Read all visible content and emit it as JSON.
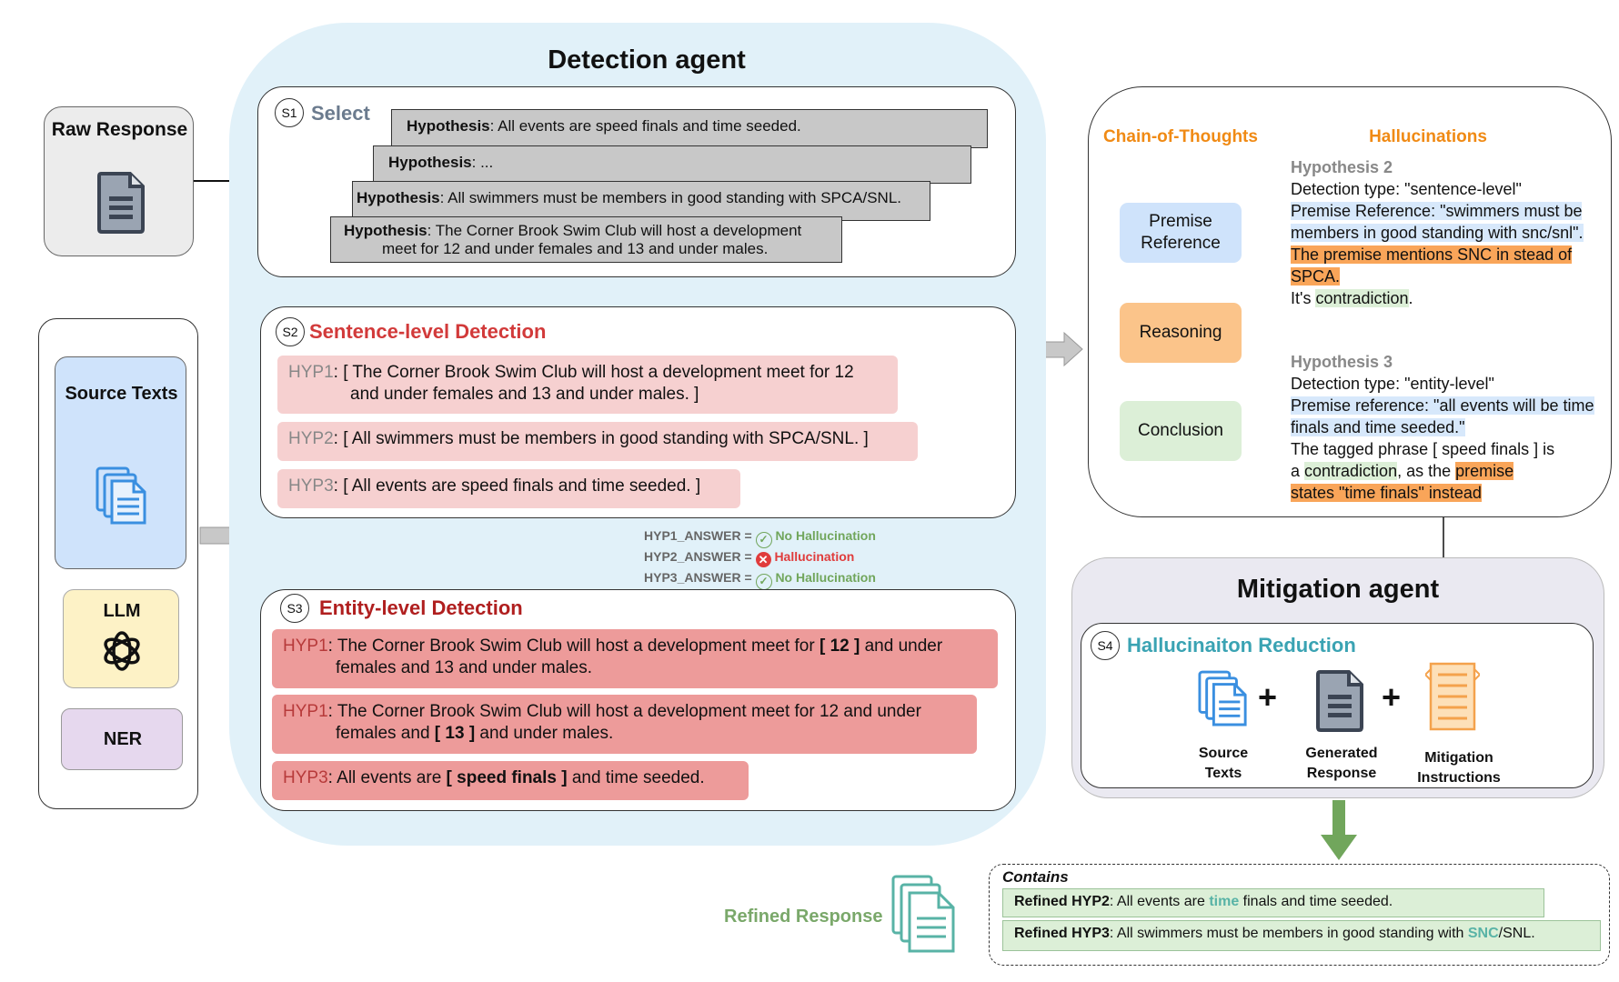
{
  "colors": {
    "detection_bg": "#e1f1f9",
    "select_title": "#6b7b8e",
    "sentence_title": "#d23a3a",
    "entity_title": "#b01f1f",
    "pink_row": "#f6d0d0",
    "red_row": "#ed9b9a",
    "orange": "#f08a14",
    "teal": "#3aa3b3",
    "green": "#71a65c",
    "refined_green": "#7aa86a"
  },
  "left": {
    "raw_response": "Raw Response",
    "source_texts": "Source Texts",
    "llm": "LLM",
    "ner": "NER"
  },
  "detection": {
    "title": "Detection agent",
    "s1": {
      "badge": "S1",
      "title": "Select",
      "cards": [
        {
          "label": "Hypothesis",
          "text": ": All events are speed finals and time seeded."
        },
        {
          "label": "Hypothesis",
          "text": ": ..."
        },
        {
          "label": "Hypothesis",
          "text": ": All swimmers must be members in good standing with SPCA/SNL."
        },
        {
          "label": "Hypothesis",
          "text": ": The Corner Brook Swim Club will host a development",
          "text2": "meet for 12 and under females and 13 and under males."
        }
      ]
    },
    "s2": {
      "badge": "S2",
      "title": "Sentence-level Detection",
      "rows": [
        {
          "tag": "HYP1",
          "line1": ": [ The Corner Brook Swim Club will host a development meet for 12",
          "line2": "and under females and 13 and under males. ]"
        },
        {
          "tag": "HYP2",
          "line1": ": [ All swimmers must be members in good standing with SPCA/SNL. ]"
        },
        {
          "tag": "HYP3",
          "line1": ": [ All events are speed finals and time seeded. ]"
        }
      ]
    },
    "answers": [
      {
        "key": "HYP1_ANSWER =",
        "value": "No Hallucination",
        "status": "ok"
      },
      {
        "key": "HYP2_ANSWER =",
        "value": "Hallucination",
        "status": "bad"
      },
      {
        "key": "HYP3_ANSWER =",
        "value": "No Hallucination",
        "status": "ok"
      }
    ],
    "s3": {
      "badge": "S3",
      "title": "Entity-level Detection",
      "rows": [
        {
          "tag": "HYP1",
          "pre": ": The Corner Brook Swim Club will host a development meet for ",
          "ent": "[ 12 ]",
          "post": " and under",
          "line2": "females and 13 and under males."
        },
        {
          "tag": "HYP1",
          "pre": ": The Corner Brook Swim Club will host a development meet for 12 and under",
          "line2_pre": "females and ",
          "ent": "[ 13 ]",
          "line2_post": " and under males."
        },
        {
          "tag": "HYP3",
          "pre": ": All events are ",
          "ent": "[ speed finals ]",
          "post": " and time seeded."
        }
      ]
    }
  },
  "cot": {
    "heading": "Chain-of-Thoughts",
    "steps": [
      "Premise Reference",
      "Reasoning",
      "Conclusion"
    ]
  },
  "hallucinations": {
    "heading": "Hallucinations",
    "h2": {
      "title": "Hypothesis 2",
      "type": "Detection type: \"sentence-level\"",
      "premise": "Premise Reference: \"swimmers must be members in good standing with snc/snl\".",
      "reason": "The premise mentions SNC in stead of SPCA.",
      "concl_pre": "It's ",
      "concl_word": "contradiction",
      "concl_post": "."
    },
    "h3": {
      "title": "Hypothesis 3",
      "type": "Detection type: \"entity-level\"",
      "premise": "Premise reference: \"all events will be time finals and time seeded.\"",
      "line_a": "The tagged phrase [ speed finals ] is",
      "line_b_pre": "a ",
      "line_b_word": "contradiction",
      "line_b_mid": ", as the ",
      "line_b_hl": "premise",
      "line_c": "states \"time finals\" instead"
    }
  },
  "mitigation": {
    "title": "Mitigation agent",
    "s4": {
      "badge": "S4",
      "title": "Hallucinaiton Reduction",
      "items": [
        "Source Texts",
        "Generated Response",
        "Mitigation Instructions"
      ]
    }
  },
  "output": {
    "refined_label": "Refined Response",
    "contains": "Contains",
    "refined": [
      {
        "label": "Refined HYP2",
        "pre": ": All events are ",
        "hl": "time",
        "post": " finals and time seeded."
      },
      {
        "label": "Refined HYP3",
        "pre": ": All swimmers must be members in good standing with ",
        "hl": "SNC",
        "post": "/SNL."
      }
    ]
  }
}
